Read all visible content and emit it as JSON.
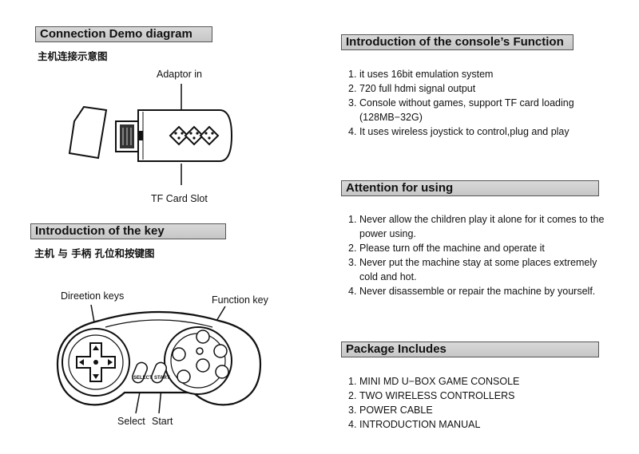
{
  "left": {
    "connection_title": "Connection Demo diagram",
    "connection_subtitle": "主机连接示意图",
    "adaptor_label": "Adaptor in",
    "tf_label": "TF Card Slot",
    "key_title": "Introduction of the key",
    "key_subtitle": "主机 与 手柄 孔位和按键图",
    "direction_label": "Direetion keys",
    "function_label": "Function key",
    "select_label": "Select",
    "start_label": "Start",
    "select_button_text": "SELECT",
    "start_button_text": "START"
  },
  "right": {
    "function_title": "Introduction of the console’s Function",
    "function_items": [
      {
        "n": "1.",
        "text": "it uses 16bit emulation system"
      },
      {
        "n": "2.",
        "text": "720 full hdmi signal output"
      },
      {
        "n": "3.",
        "text": "Console without games, support TF card loading (128MB−32G)"
      },
      {
        "n": "4.",
        "text": "It uses wireless joystick to control,plug and play"
      }
    ],
    "attention_title": "Attention for using",
    "attention_items": [
      {
        "n": "1.",
        "text": "Never allow the children play it alone for it comes to the power using."
      },
      {
        "n": "2.",
        "text": "Please turn off the machine and operate it"
      },
      {
        "n": "3.",
        "text": "Never put the machine stay at some places extremely cold and hot."
      },
      {
        "n": "4.",
        "text": "Never disassemble or repair the machine by yourself."
      }
    ],
    "package_title": "Package Includes",
    "package_items": [
      {
        "n": "1.",
        "text": "MINI MD U−BOX GAME CONSOLE"
      },
      {
        "n": "2.",
        "text": "TWO WIRELESS CONTROLLERS"
      },
      {
        "n": "3.",
        "text": "POWER CABLE"
      },
      {
        "n": "4.",
        "text": "INTRODUCTION MANUAL"
      }
    ]
  }
}
